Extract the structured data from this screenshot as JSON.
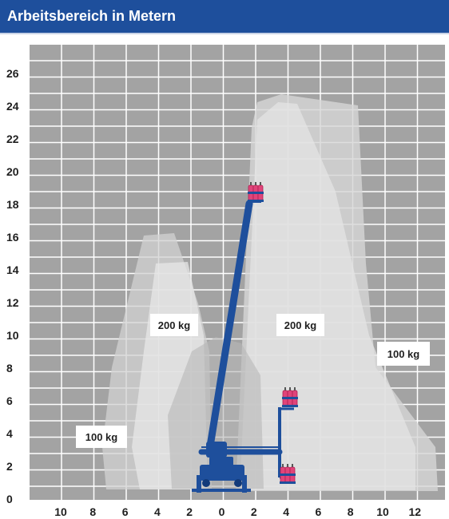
{
  "title": "Arbeitsbereich in Metern",
  "y_ticks": [
    "0",
    "2",
    "4",
    "6",
    "8",
    "10",
    "12",
    "14",
    "16",
    "18",
    "20",
    "22",
    "24",
    "26"
  ],
  "x_ticks": [
    "10",
    "8",
    "6",
    "4",
    "2",
    "0",
    "2",
    "4",
    "6",
    "8",
    "10",
    "12"
  ],
  "load_labels": {
    "left_outer": "100 kg",
    "left_inner": "200 kg",
    "right_inner": "200 kg",
    "right_outer": "100 kg"
  },
  "colors": {
    "header": "#1e4f9c",
    "grid_background": "#a3a3a3",
    "grid_lines": "#ffffff",
    "machine": "#1e4f9c",
    "gas_bottles": "#e0447a"
  }
}
